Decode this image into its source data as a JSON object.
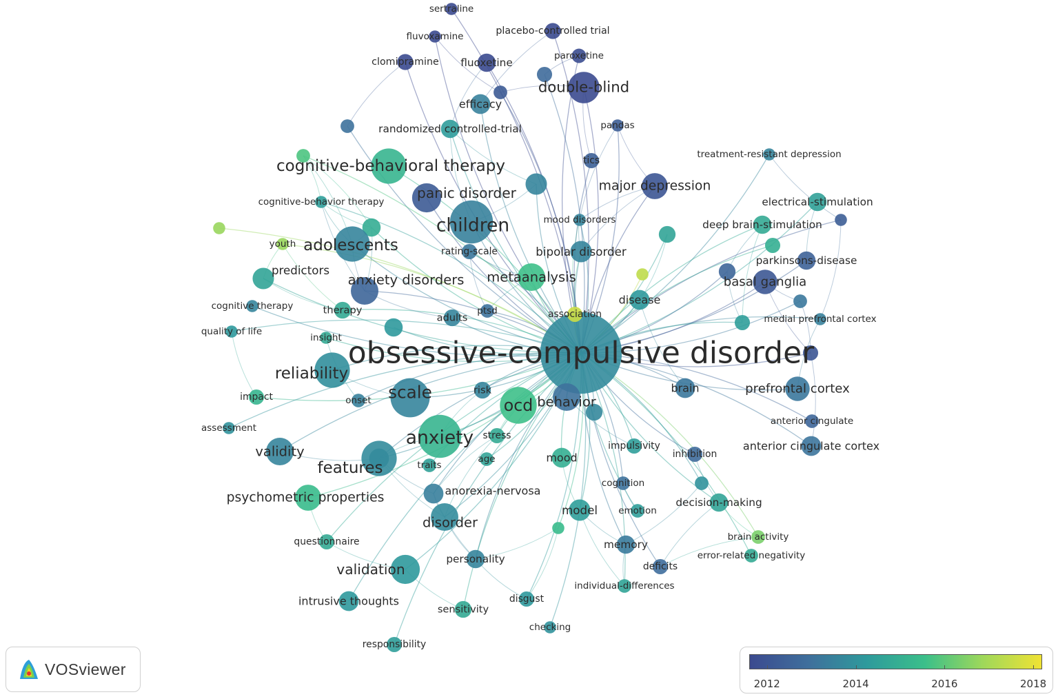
{
  "colors": {
    "scale": [
      "#3b4a8f",
      "#3f6f9c",
      "#2e9a9c",
      "#3bbf8a",
      "#9fd85a",
      "#f0e234"
    ],
    "edge": "#7f99c9"
  },
  "hub_term": "obsessive-compulsive disorder",
  "nodes": [
    {
      "id": "obsessive-compulsive disorder",
      "label": "obsessive-compulsive disorder",
      "year": 2013.8,
      "weight": 10
    },
    {
      "id": "sertraline",
      "label": "sertraline",
      "year": 2011.2,
      "weight": 1
    },
    {
      "id": "fluvoxamine",
      "label": "fluvoxamine",
      "year": 2011.3,
      "weight": 1
    },
    {
      "id": "placebo-controlled trial",
      "label": "placebo-controlled trial",
      "year": 2011.6,
      "weight": 1.5
    },
    {
      "id": "clomipramine",
      "label": "clomipramine",
      "year": 2011.4,
      "weight": 1.5
    },
    {
      "id": "fluoxetine",
      "label": "fluoxetine",
      "year": 2011.5,
      "weight": 1.8
    },
    {
      "id": "paroxetine",
      "label": "paroxetine",
      "year": 2011.7,
      "weight": 1.3
    },
    {
      "id": "double-blind",
      "label": "double-blind",
      "year": 2011.6,
      "weight": 3.5
    },
    {
      "id": "efficacy",
      "label": "efficacy",
      "year": 2013.5,
      "weight": 2
    },
    {
      "id": "pandas",
      "label": "pandas",
      "year": 2012.3,
      "weight": 1
    },
    {
      "id": "randomized controlled-trial",
      "label": "randomized controlled-trial",
      "year": 2014.3,
      "weight": 1.8
    },
    {
      "id": "treatment-resistant depression",
      "label": "treatment-resistant depression",
      "year": 2013.6,
      "weight": 1
    },
    {
      "id": "tics",
      "label": "tics",
      "year": 2012.4,
      "weight": 1.4
    },
    {
      "id": "cognitive-behavioral therapy",
      "label": "cognitive-behavioral therapy",
      "year": 2015.2,
      "weight": 4
    },
    {
      "id": "major depression",
      "label": "major depression",
      "year": 2012.0,
      "weight": 2.8
    },
    {
      "id": "electrical-stimulation",
      "label": "electrical-stimulation",
      "year": 2014.5,
      "weight": 1.8
    },
    {
      "id": "panic disorder",
      "label": "panic disorder",
      "year": 2012.2,
      "weight": 3.2
    },
    {
      "id": "cognitive-behavior therapy",
      "label": "cognitive-behavior therapy",
      "year": 2014.4,
      "weight": 1
    },
    {
      "id": "deep brain-stimulation",
      "label": "deep brain-stimulation",
      "year": 2014.8,
      "weight": 1.8
    },
    {
      "id": "mood disorders",
      "label": "mood disorders",
      "year": 2013.6,
      "weight": 1
    },
    {
      "id": "children",
      "label": "children",
      "year": 2013.5,
      "weight": 5
    },
    {
      "id": "youth",
      "label": "youth",
      "year": 2016.8,
      "weight": 1
    },
    {
      "id": "adolescents",
      "label": "adolescents",
      "year": 2013.6,
      "weight": 4
    },
    {
      "id": "rating-scale",
      "label": "rating-scale",
      "year": 2013.2,
      "weight": 1.4
    },
    {
      "id": "bipolar disorder",
      "label": "bipolar disorder",
      "year": 2013.6,
      "weight": 2.2
    },
    {
      "id": "parkinsons-disease",
      "label": "parkinsons-disease",
      "year": 2012.5,
      "weight": 1.8
    },
    {
      "id": "predictors",
      "label": "predictors",
      "year": 2014.6,
      "weight": 2.2
    },
    {
      "id": "anxiety disorders",
      "label": "anxiety disorders",
      "year": 2012.6,
      "weight": 3
    },
    {
      "id": "metaanalysis",
      "label": "metaanalysis",
      "year": 2015.6,
      "weight": 3
    },
    {
      "id": "basal ganglia",
      "label": "basal ganglia",
      "year": 2012.1,
      "weight": 2.6
    },
    {
      "id": "cognitive therapy",
      "label": "cognitive therapy",
      "year": 2013.6,
      "weight": 1
    },
    {
      "id": "therapy",
      "label": "therapy",
      "year": 2014.8,
      "weight": 1.6
    },
    {
      "id": "adults",
      "label": "adults",
      "year": 2013.6,
      "weight": 1.6
    },
    {
      "id": "ptsd",
      "label": "ptsd",
      "year": 2013.0,
      "weight": 1.2
    },
    {
      "id": "association",
      "label": "association",
      "year": 2017.6,
      "weight": 1.4
    },
    {
      "id": "disease",
      "label": "disease",
      "year": 2014.2,
      "weight": 2
    },
    {
      "id": "medial prefrontal cortex",
      "label": "medial prefrontal cortex",
      "year": 2013.5,
      "weight": 1
    },
    {
      "id": "quality of life",
      "label": "quality of life",
      "year": 2014.2,
      "weight": 1
    },
    {
      "id": "insight",
      "label": "insight",
      "year": 2014.8,
      "weight": 1
    },
    {
      "id": "reliability",
      "label": "reliability",
      "year": 2013.9,
      "weight": 4
    },
    {
      "id": "brain",
      "label": "brain",
      "year": 2013.2,
      "weight": 2
    },
    {
      "id": "prefrontal cortex",
      "label": "prefrontal cortex",
      "year": 2013.2,
      "weight": 2.6
    },
    {
      "id": "impact",
      "label": "impact",
      "year": 2015.2,
      "weight": 1.4
    },
    {
      "id": "onset",
      "label": "onset",
      "year": 2013.5,
      "weight": 1.2
    },
    {
      "id": "scale",
      "label": "scale",
      "year": 2013.6,
      "weight": 4.5
    },
    {
      "id": "risk",
      "label": "risk",
      "year": 2013.6,
      "weight": 1.6
    },
    {
      "id": "ocd",
      "label": "ocd",
      "year": 2015.6,
      "weight": 4.2
    },
    {
      "id": "behavior",
      "label": "behavior",
      "year": 2013.0,
      "weight": 3
    },
    {
      "id": "anterior cingulate",
      "label": "anterior cingulate",
      "year": 2012.6,
      "weight": 1.2
    },
    {
      "id": "assessment",
      "label": "assessment",
      "year": 2014.0,
      "weight": 1
    },
    {
      "id": "anxiety",
      "label": "anxiety",
      "year": 2015.2,
      "weight": 5
    },
    {
      "id": "stress",
      "label": "stress",
      "year": 2014.8,
      "weight": 1.4
    },
    {
      "id": "impulsivity",
      "label": "impulsivity",
      "year": 2014.4,
      "weight": 1.4
    },
    {
      "id": "inhibition",
      "label": "inhibition",
      "year": 2012.8,
      "weight": 1.4
    },
    {
      "id": "anterior cingulate cortex",
      "label": "anterior cingulate cortex",
      "year": 2013.1,
      "weight": 2
    },
    {
      "id": "validity",
      "label": "validity",
      "year": 2013.6,
      "weight": 3
    },
    {
      "id": "features",
      "label": "features",
      "year": 2013.8,
      "weight": 4
    },
    {
      "id": "traits",
      "label": "traits",
      "year": 2014.5,
      "weight": 1.2
    },
    {
      "id": "age",
      "label": "age",
      "year": 2014.6,
      "weight": 1.2
    },
    {
      "id": "mood",
      "label": "mood",
      "year": 2015.0,
      "weight": 2
    },
    {
      "id": "cognition",
      "label": "cognition",
      "year": 2013.0,
      "weight": 1.2
    },
    {
      "id": "anorexia-nervosa",
      "label": "anorexia-nervosa",
      "year": 2013.4,
      "weight": 2
    },
    {
      "id": "psychometric properties",
      "label": "psychometric properties",
      "year": 2015.4,
      "weight": 2.8
    },
    {
      "id": "decision-making",
      "label": "decision-making",
      "year": 2014.6,
      "weight": 1.8
    },
    {
      "id": "model",
      "label": "model",
      "year": 2014.4,
      "weight": 2.2
    },
    {
      "id": "emotion",
      "label": "emotion",
      "year": 2014.4,
      "weight": 1.2
    },
    {
      "id": "disorder",
      "label": "disorder",
      "year": 2013.8,
      "weight": 3
    },
    {
      "id": "questionnaire",
      "label": "questionnaire",
      "year": 2014.8,
      "weight": 1.4
    },
    {
      "id": "brain activity",
      "label": "brain activity",
      "year": 2016.4,
      "weight": 1.2
    },
    {
      "id": "memory",
      "label": "memory",
      "year": 2013.3,
      "weight": 1.8
    },
    {
      "id": "error-related negativity",
      "label": "error-related negativity",
      "year": 2014.8,
      "weight": 1.2
    },
    {
      "id": "personality",
      "label": "personality",
      "year": 2013.6,
      "weight": 1.8
    },
    {
      "id": "validation",
      "label": "validation",
      "year": 2014.2,
      "weight": 3.2
    },
    {
      "id": "deficits",
      "label": "deficits",
      "year": 2012.9,
      "weight": 1.4
    },
    {
      "id": "individual-differences",
      "label": "individual-differences",
      "year": 2014.6,
      "weight": 1.2
    },
    {
      "id": "intrusive thoughts",
      "label": "intrusive thoughts",
      "year": 2014.2,
      "weight": 2
    },
    {
      "id": "disgust",
      "label": "disgust",
      "year": 2014.2,
      "weight": 1.4
    },
    {
      "id": "sensitivity",
      "label": "sensitivity",
      "year": 2014.8,
      "weight": 1.6
    },
    {
      "id": "checking",
      "label": "checking",
      "year": 2014.0,
      "weight": 1
    },
    {
      "id": "responsibility",
      "label": "responsibility",
      "year": 2014.4,
      "weight": 1.4
    }
  ],
  "extra_nodes": [
    {
      "year": 2013.6,
      "weight": 2.2
    },
    {
      "year": 2012.8,
      "weight": 1.4
    },
    {
      "year": 2014.9,
      "weight": 1.8
    },
    {
      "year": 2016.8,
      "weight": 1
    },
    {
      "year": 2013.0,
      "weight": 1.2
    },
    {
      "year": 2014.6,
      "weight": 1.6
    },
    {
      "year": 2012.3,
      "weight": 1
    },
    {
      "year": 2015.8,
      "weight": 1.2
    },
    {
      "year": 2013.7,
      "weight": 1.6
    },
    {
      "year": 2012.0,
      "weight": 1.4
    },
    {
      "year": 2014.2,
      "weight": 1.8
    },
    {
      "year": 2017.4,
      "weight": 1
    },
    {
      "year": 2015.0,
      "weight": 1.4
    },
    {
      "year": 2012.6,
      "weight": 1.6
    },
    {
      "year": 2014.0,
      "weight": 1.2
    },
    {
      "year": 2013.4,
      "weight": 2
    },
    {
      "year": 2015.4,
      "weight": 1
    },
    {
      "year": 2012.2,
      "weight": 1.2
    },
    {
      "year": 2014.4,
      "weight": 1.4
    },
    {
      "year": 2013.2,
      "weight": 1.2
    }
  ],
  "legend": {
    "ticks": [
      "2012",
      "2014",
      "2016",
      "2018"
    ],
    "year_min": 2011.6,
    "year_max": 2018.2
  },
  "logo": {
    "text": "VOSviewer"
  }
}
